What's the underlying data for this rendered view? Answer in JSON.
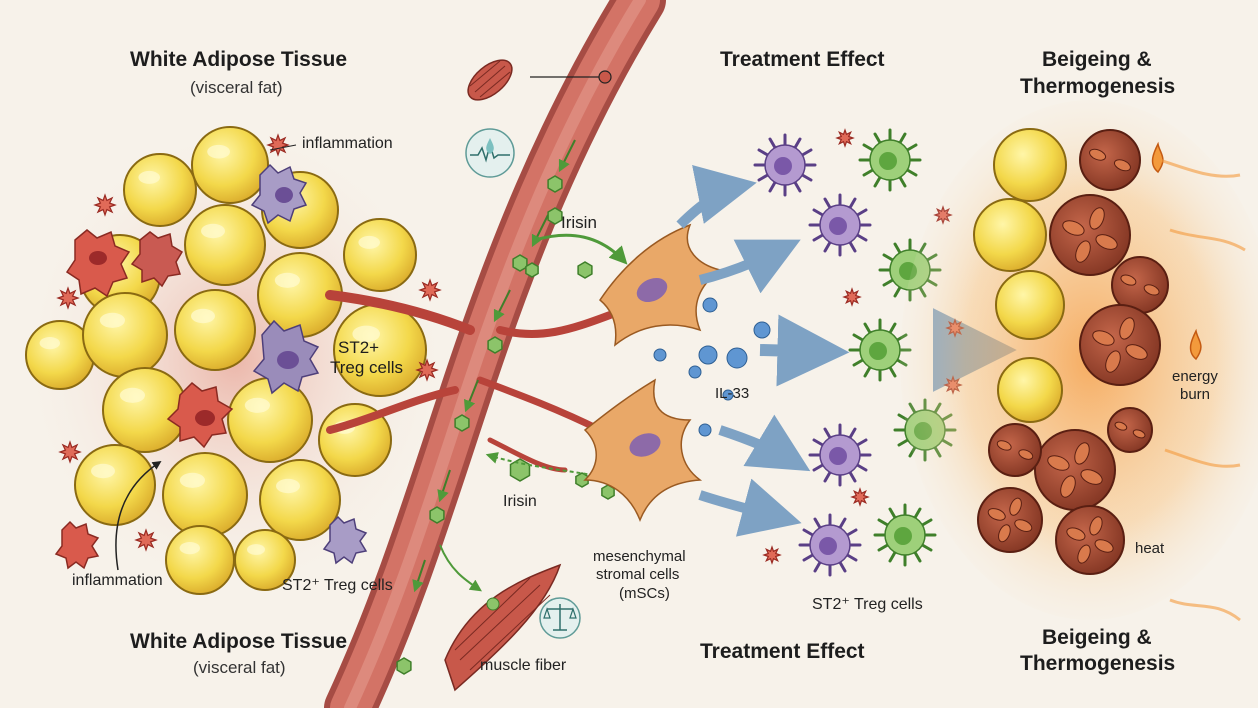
{
  "panels": {
    "wat_top": {
      "title": "White Adipose Tissue",
      "subtitle": "(visceral fat)"
    },
    "wat_bottom": {
      "title": "White Adipose Tissue",
      "subtitle": "(visceral fat)"
    },
    "treatment_top": {
      "title": "Treatment Effect"
    },
    "treatment_bottom": {
      "title": "Treatment Effect"
    },
    "beige_top": {
      "title_line1": "Beigeing &",
      "title_line2": "Thermogenesis"
    },
    "beige_bottom": {
      "title_line1": "Beigeing &",
      "title_line2": "Thermogenesis"
    }
  },
  "labels": {
    "inflammation_top": "inflammation",
    "inflammation_bottom": "inflammation",
    "st2_treg_center_line1": "ST2+",
    "st2_treg_center_line2": "Treg cells",
    "st2_treg_bottom_left": "ST2⁺ Treg cells",
    "irisin_top": "Irisin",
    "irisin_bottom": "Irisin",
    "il33": "IL-33",
    "msc_line1": "mesenchymal",
    "msc_line2": "stromal cells",
    "msc_line3": "(mSCs)",
    "muscle_fiber": "muscle fiber",
    "st2_treg_right": "ST2⁺ Treg cells",
    "energy_line1": "energy",
    "energy_line2": "burn",
    "heat": "heat"
  },
  "colors": {
    "background": "#f7f2ea",
    "fat_cell": "#f2d94a",
    "fat_outline": "#8a6a12",
    "vessel": "#b8433a",
    "irisin": "#6fbf4c",
    "treg": "#6aa84f",
    "inflammatory": "#8d6aa8",
    "msc": "#e0a25c",
    "il33": "#4f88c6",
    "arrow": "#7ea2c4",
    "heat": "#f39a3c",
    "mitochondria": "#8e3b26"
  },
  "icons": [
    "muscle-icon",
    "drop-pulse-icon",
    "balance-scale-icon",
    "flame-icon"
  ]
}
